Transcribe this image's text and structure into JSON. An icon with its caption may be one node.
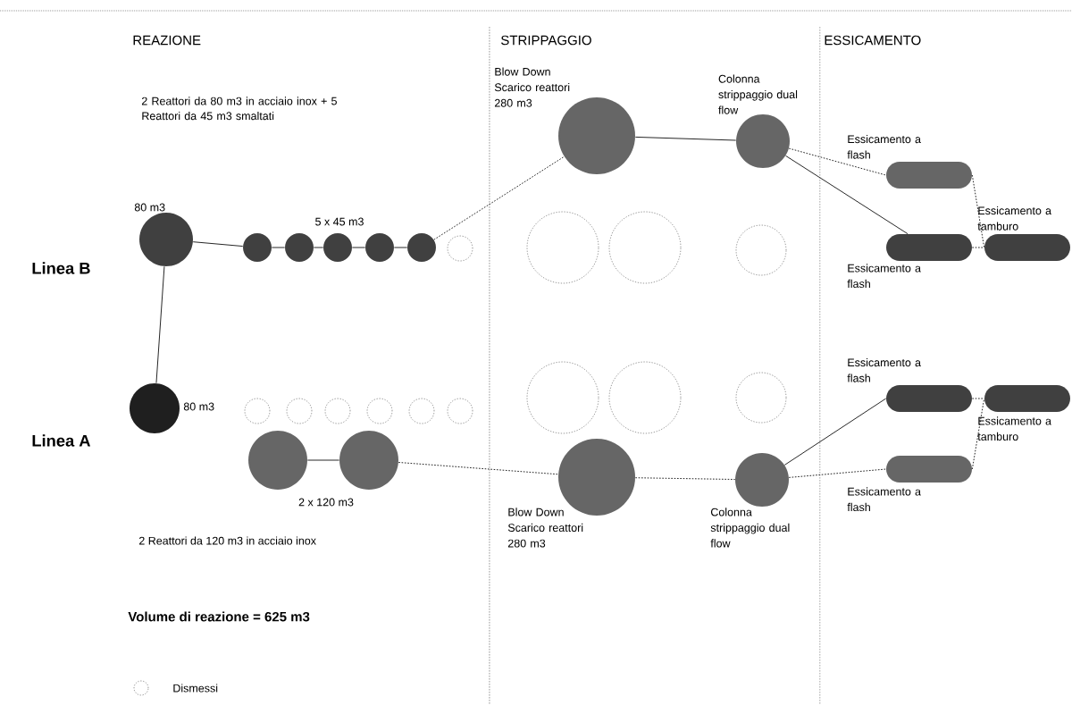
{
  "diagram": {
    "nodes": [
      {
        "text": [],
        "shape": "circle",
        "beside": [
          "80 m3"
        ]
      },
      {
        "text": [],
        "shape": "circle"
      },
      {
        "text": [],
        "shape": "circle"
      },
      {
        "text": [],
        "shape": "circle"
      },
      {
        "text": [],
        "shape": "circle"
      },
      {
        "text": [],
        "shape": "circle"
      },
      {
        "text": [],
        "shape": "circle"
      },
      {
        "text": [],
        "shape": "circle",
        "beside": [
          "Blow Down Scarico reattori 280 m3"
        ]
      },
      {
        "text": [],
        "shape": "circle",
        "beside": [
          "Colonna strippaggio dual flow"
        ]
      },
      {
        "text": [],
        "shape": "circle"
      },
      {
        "text": [],
        "shape": "circle"
      },
      {
        "text": [],
        "shape": "circle"
      },
      {
        "text": [],
        "shape": "box",
        "beside": [
          "Essicamento a flash"
        ]
      },
      {
        "text": [],
        "shape": "box",
        "beside": [
          "Essicamento a flash"
        ]
      },
      {
        "text": [],
        "shape": "box",
        "beside": [
          "Essicamento a tamburo"
        ]
      },
      {
        "text": [],
        "shape": "circle",
        "beside": [
          "80 m3"
        ]
      },
      {
        "text": [],
        "shape": "circle"
      },
      {
        "text": [],
        "shape": "circle"
      },
      {
        "text": [],
        "shape": "circle"
      },
      {
        "text": [],
        "shape": "circle"
      },
      {
        "text": [],
        "shape": "circle"
      },
      {
        "text": [],
        "shape": "circle"
      },
      {
        "text": [],
        "shape": "circle"
      },
      {
        "text": [],
        "shape": "circle"
      },
      {
        "text": [],
        "shape": "circle"
      },
      {
        "text": [],
        "shape": "circle"
      },
      {
        "text": [],
        "shape": "circle"
      },
      {
        "text": [],
        "shape": "circle",
        "beside": [
          "Blow Down Scarico reattori 280 m3"
        ]
      },
      {
        "text": [],
        "shape": "circle",
        "beside": [
          "Colonna strippaggio dual flow"
        ]
      },
      {
        "text": [],
        "shape": "box",
        "beside": [
          "Essicamento a flash"
        ]
      },
      {
        "text": [],
        "shape": "box",
        "beside": [
          "Essicamento a tamburo"
        ]
      },
      {
        "text": [],
        "shape": "box",
        "beside": [
          "Essicamento a flash"
        ]
      }
    ],
    "edges": [
      {
        "from": 0,
        "to": 1,
        "arrow": "none"
      },
      {
        "from": 1,
        "to": 2,
        "arrow": "none"
      },
      {
        "from": 2,
        "to": 3,
        "arrow": "none"
      },
      {
        "from": 3,
        "to": 4,
        "arrow": "none"
      },
      {
        "from": 4,
        "to": 5,
        "arrow": "none"
      },
      {
        "from": 5,
        "to": 7,
        "arrow": "none",
        "style": "dashed"
      },
      {
        "from": 0,
        "to": 15,
        "arrow": "none"
      },
      {
        "from": 7,
        "to": 8,
        "arrow": "none"
      },
      {
        "from": 8,
        "to": 12,
        "arrow": "none",
        "style": "dashed"
      },
      {
        "from": 8,
        "to": 13,
        "arrow": "none"
      },
      {
        "from": 12,
        "to": 14,
        "arrow": "none",
        "style": "dashed"
      },
      {
        "from": 13,
        "to": 14,
        "arrow": "none",
        "style": "dashed"
      },
      {
        "from": 25,
        "to": 26,
        "arrow": "none"
      },
      {
        "from": 26,
        "to": 27,
        "arrow": "none",
        "style": "dashed"
      },
      {
        "from": 27,
        "to": 28,
        "arrow": "none",
        "style": "dashed"
      },
      {
        "from": 28,
        "to": 29,
        "arrow": "none"
      },
      {
        "from": 28,
        "to": 31,
        "arrow": "none",
        "style": "dashed"
      },
      {
        "from": 29,
        "to": 30,
        "arrow": "none",
        "style": "dashed"
      },
      {
        "from": 31,
        "to": 30,
        "arrow": "none",
        "style": "dashed"
      }
    ],
    "labels": [
      "REAZIONE",
      "STRIPPAGGIO",
      "ESSICAMENTO",
      "2 Reattori da 80 m3 in acciaio inox + 5 Reattori da 45 m3 smaltati",
      "5 x 45 m3",
      "Linea B",
      "Linea A",
      "2 x 120 m3",
      "2 Reattori da 120 m3 in acciaio inox",
      "Volume di reazione = 625 m3"
    ],
    "legend": [
      {
        "text": "Dismessi"
      }
    ]
  }
}
